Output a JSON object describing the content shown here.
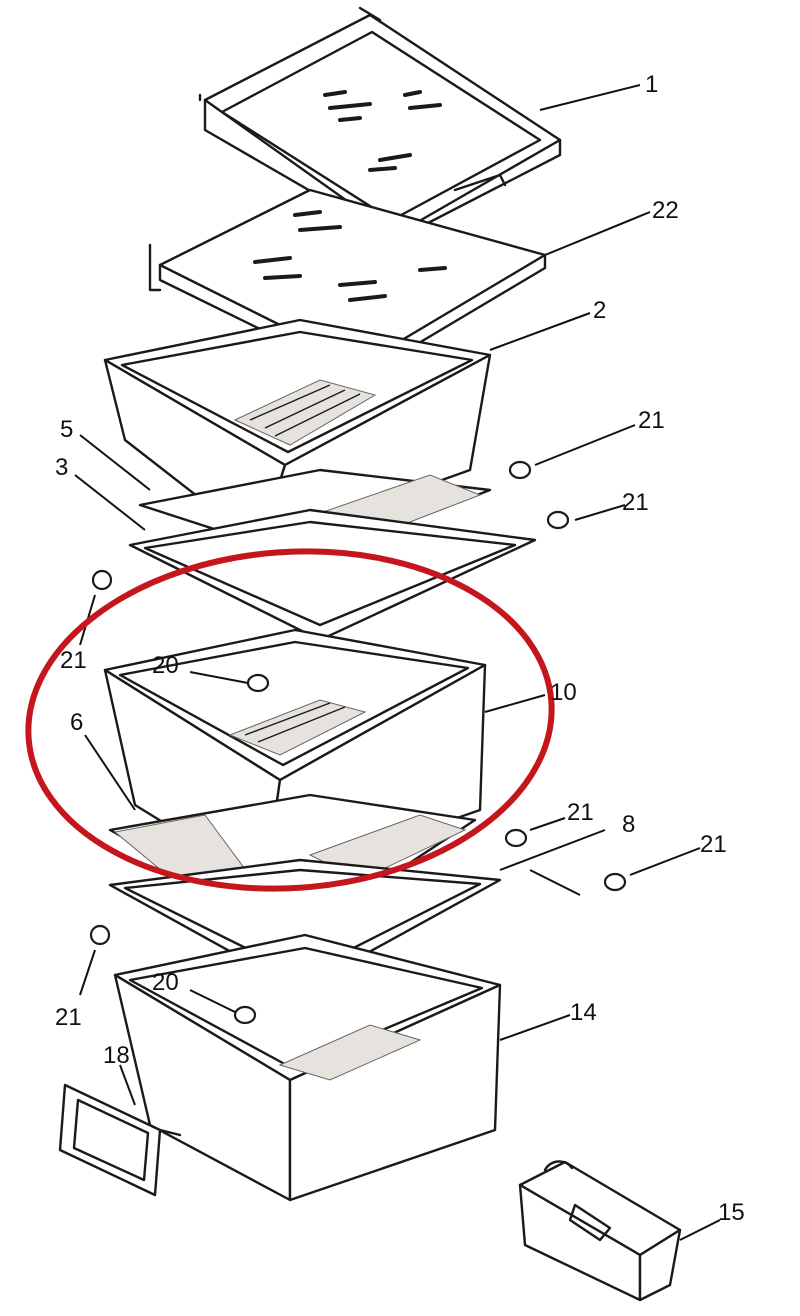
{
  "callouts": [
    {
      "id": "1",
      "text": "1"
    },
    {
      "id": "22",
      "text": "22"
    },
    {
      "id": "2",
      "text": "2"
    },
    {
      "id": "21a",
      "text": "21"
    },
    {
      "id": "5",
      "text": "5"
    },
    {
      "id": "3",
      "text": "3"
    },
    {
      "id": "21b",
      "text": "21"
    },
    {
      "id": "21c",
      "text": "21"
    },
    {
      "id": "20a",
      "text": "20"
    },
    {
      "id": "10",
      "text": "10"
    },
    {
      "id": "6",
      "text": "6"
    },
    {
      "id": "21d",
      "text": "21"
    },
    {
      "id": "8",
      "text": "8"
    },
    {
      "id": "21e",
      "text": "21"
    },
    {
      "id": "21f",
      "text": "21"
    },
    {
      "id": "20b",
      "text": "20"
    },
    {
      "id": "14",
      "text": "14"
    },
    {
      "id": "18",
      "text": "18"
    },
    {
      "id": "15",
      "text": "15"
    }
  ],
  "highlight_color": "#c4161c",
  "line_color": "#1a1a1a"
}
